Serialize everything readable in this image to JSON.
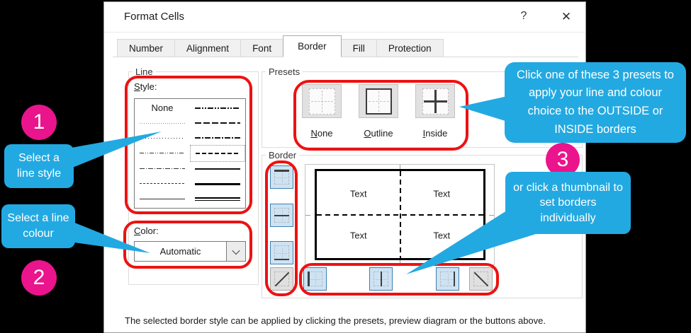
{
  "window": {
    "title": "Format Cells",
    "help_label": "?",
    "close_label": "✕"
  },
  "tabs": [
    "Number",
    "Alignment",
    "Font",
    "Border",
    "Fill",
    "Protection"
  ],
  "active_tab": "Border",
  "line_group": {
    "label": "Line",
    "style_label": {
      "accel": "S",
      "rest": "tyle:"
    },
    "none_option": "None",
    "style_options": [
      "none",
      "fine-dotted",
      "dotted",
      "dash-dot-dot-thin",
      "dash-dot-thin",
      "dashed-thin",
      "solid-thin",
      "bold-dash-dot-dot",
      "bold-long-dash",
      "bold-dash-dot",
      "medium-dashed",
      "solid-medium",
      "solid-thick",
      "double-line"
    ],
    "selected_style": "medium-dashed",
    "color_label": {
      "accel": "C",
      "rest": "olor:"
    },
    "color_value": "Automatic"
  },
  "presets_group": {
    "label": "Presets",
    "buttons": [
      {
        "label": {
          "accel": "N",
          "rest": "one"
        },
        "icon": "preset-none-icon"
      },
      {
        "label": {
          "accel": "O",
          "rest": "utline"
        },
        "icon": "preset-outline-icon"
      },
      {
        "label": {
          "accel": "I",
          "rest": "nside"
        },
        "icon": "preset-inside-icon"
      }
    ]
  },
  "border_group": {
    "label": "Border",
    "preview_text": "Text",
    "buttons": [
      "top-border",
      "inner-horizontal-border",
      "bottom-border",
      "diagonal-up-border",
      "left-border",
      "inner-vertical-border",
      "right-border",
      "diagonal-down-border"
    ],
    "active_buttons": [
      "top-border",
      "inner-horizontal-border",
      "bottom-border",
      "left-border",
      "inner-vertical-border",
      "right-border"
    ]
  },
  "footer": {
    "hint": "The selected border style can be applied by clicking the presets, preview diagram or the buttons above."
  },
  "annotations": {
    "step1": {
      "number": "1",
      "text": "Select a line style"
    },
    "step2": {
      "number": "2",
      "text": "Select a line colour"
    },
    "step3": {
      "number": "3"
    },
    "presets_bubble": "Click one of these 3 presets to apply your line and colour choice to the OUTSIDE or INSIDE borders",
    "thumbnail_bubble": "or click a thumbnail to set borders individually"
  },
  "colors": {
    "callout_blue": "#23a9e1",
    "badge_pink": "#ea148c",
    "highlight_red": "#ee1111",
    "active_button_blue": "#3c7fb1",
    "active_button_fill": "#cde3f4"
  }
}
